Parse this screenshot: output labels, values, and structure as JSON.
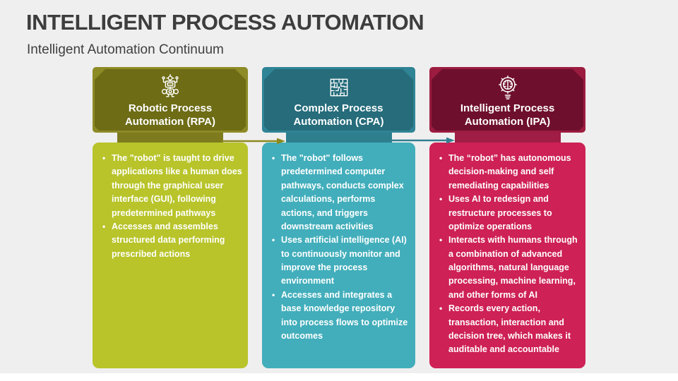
{
  "slide": {
    "title": "INTELLIGENT PROCESS AUTOMATION",
    "subtitle": "Intelligent Automation Continuum",
    "background_color": "#f0efef",
    "title_color": "#3d3d3d"
  },
  "columns": [
    {
      "id": "rpa",
      "icon": "robot-icon",
      "title": "Robotic Process Automation (RPA)",
      "bullets": [
        "The \"robot\" is taught to drive applications like a human does through the graphical user interface (GUI), following predetermined pathways",
        "Accesses and assembles structured data performing prescribed actions"
      ],
      "colors": {
        "frame": "#8d8b26",
        "header": "#6e6c15",
        "tab": "#7d7b1e",
        "body": "#b8c42a"
      }
    },
    {
      "id": "cpa",
      "icon": "maze-icon",
      "title": "Complex Process Automation (CPA)",
      "bullets": [
        "The \"robot\" follows predetermined computer pathways, conducts complex calculations, performs actions, and triggers downstream activities",
        "Uses artificial intelligence (AI) to continuously monitor and improve the process environment",
        "Accesses and integrates a base knowledge repository into process flows to optimize outcomes"
      ],
      "colors": {
        "frame": "#2f8495",
        "header": "#266c7b",
        "tab": "#2d7f8e",
        "body": "#42aebb"
      }
    },
    {
      "id": "ipa",
      "icon": "gear-brain-icon",
      "title": "Intelligent Process Automation (IPA)",
      "bullets": [
        "The “robot” has autonomous decision-making and self remediating capabilities",
        "Uses AI to redesign and restructure processes to optimize operations",
        "Interacts with humans through a combination of advanced algorithms, natural language processing, machine learning, and other forms of AI",
        "Records every action, transaction, interaction and decision tree, which makes it auditable and accountable"
      ],
      "colors": {
        "frame": "#9c1c40",
        "header": "#6e0f2d",
        "tab": "#a01d46",
        "body": "#ce2156"
      }
    }
  ],
  "arrows": [
    {
      "name": "rpa-to-cpa-arrow",
      "color": "#8c8a1f"
    },
    {
      "name": "cpa-to-ipa-arrow",
      "color": "#327f92"
    }
  ]
}
